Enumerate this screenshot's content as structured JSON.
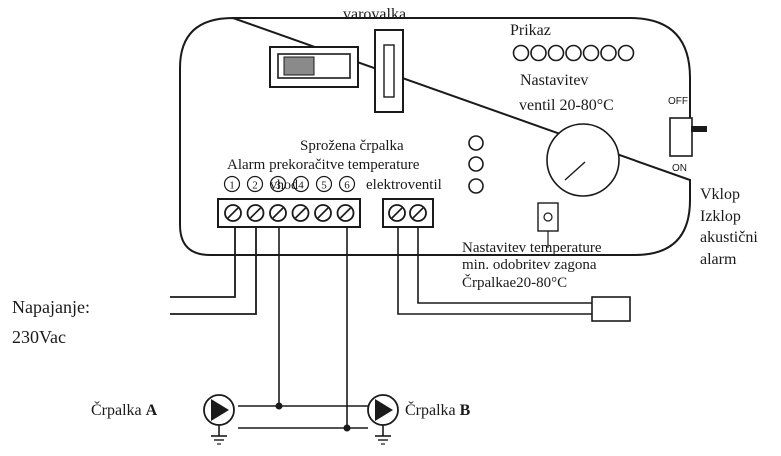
{
  "labels": {
    "fuse": "varovalka",
    "display": "Prikaz",
    "valve_setting_line1": "Nastavitev",
    "valve_setting_line2": "ventil 20-80°C",
    "pump_triggered": "Sprožena črpalka",
    "alarm_overtemp": "Alarm prekoračitve temperature",
    "input": "vhod",
    "electrovalve": "elektroventil",
    "temp_setting_line1": "Nastavitev temperature",
    "temp_setting_line2": "min. odobritev zagona",
    "temp_setting_line3": "Črpalkae20-80°C",
    "switch_off": "OFF",
    "switch_on": "ON",
    "switch_desc_line1": "Vklop",
    "switch_desc_line2": "Izklop",
    "switch_desc_line3": "akustični",
    "switch_desc_line4": "alarm",
    "power_line1": "Napajanje:",
    "power_line2": "230Vac",
    "pump_a_prefix": "Črpalka ",
    "pump_a_letter": "A",
    "pump_b_prefix": "Črpalka ",
    "pump_b_letter": "B"
  },
  "terminals": {
    "numbers": [
      "1",
      "2",
      "3",
      "4",
      "5",
      "6"
    ]
  },
  "display_led_count": 7,
  "colors": {
    "stroke": "#1a1a1a",
    "background": "#ffffff"
  }
}
